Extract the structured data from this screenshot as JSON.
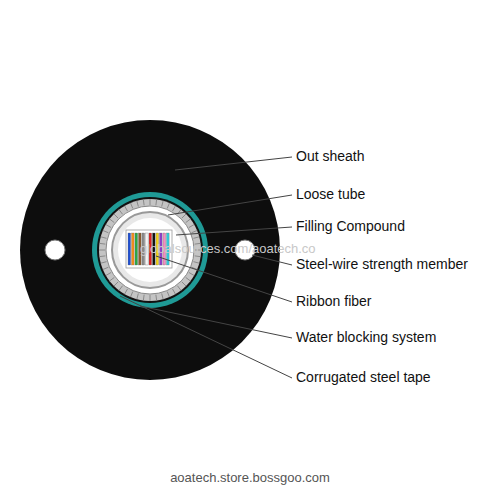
{
  "diagram": {
    "labels": [
      "Out sheath",
      "Loose tube",
      "Filling Compound",
      "Steel-wire strength member",
      "Ribbon fiber",
      "Water blocking system",
      "Corrugated steel tape",
      "globalsources.com/aoatech.co",
      "aoatech.store.bossgoo.com"
    ]
  }
}
